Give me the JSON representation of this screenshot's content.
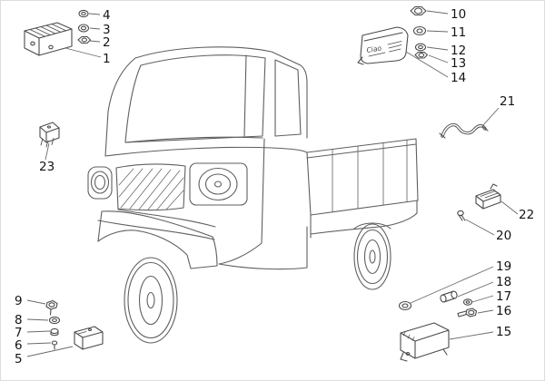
{
  "diagram": {
    "callouts": [
      "1",
      "2",
      "3",
      "4",
      "5",
      "6",
      "7",
      "8",
      "9",
      "10",
      "11",
      "12",
      "13",
      "14",
      "15",
      "16",
      "17",
      "18",
      "19",
      "20",
      "21",
      "22",
      "23"
    ],
    "part_14_label": "Ciao",
    "line_color": "#5f5f5f",
    "label_color": "#141414"
  }
}
